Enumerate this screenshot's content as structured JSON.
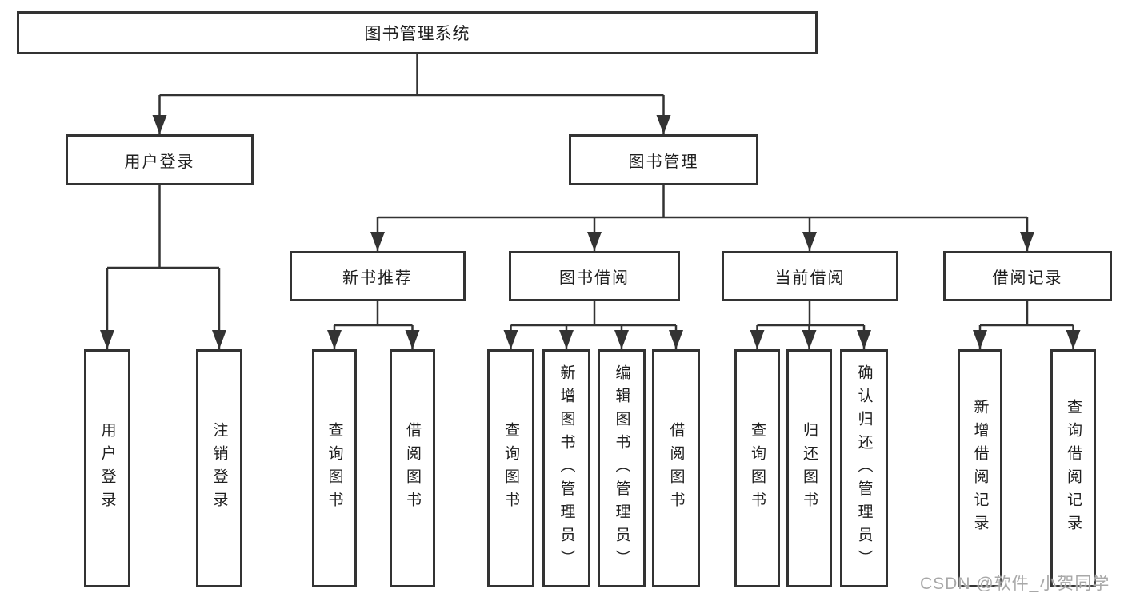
{
  "root": {
    "label": "图书管理系统"
  },
  "branches": [
    {
      "label": "用户登录",
      "children": [
        {
          "label": "用户登录"
        },
        {
          "label": "注销登录"
        }
      ]
    },
    {
      "label": "图书管理",
      "groups": [
        {
          "label": "新书推荐",
          "children": [
            {
              "label": "查询图书"
            },
            {
              "label": "借阅图书"
            }
          ]
        },
        {
          "label": "图书借阅",
          "children": [
            {
              "label": "查询图书"
            },
            {
              "label": "新增图书（管理员）"
            },
            {
              "label": "编辑图书（管理员）"
            },
            {
              "label": "借阅图书"
            }
          ]
        },
        {
          "label": "当前借阅",
          "children": [
            {
              "label": "查询图书"
            },
            {
              "label": "归还图书"
            },
            {
              "label": "确认归还（管理员）"
            }
          ]
        },
        {
          "label": "借阅记录",
          "children": [
            {
              "label": "新增借阅记录"
            },
            {
              "label": "查询借阅记录"
            }
          ]
        }
      ]
    }
  ],
  "watermark": "CSDN @软件_小贺同学",
  "colors": {
    "line": "#333333",
    "box_border": "#333333",
    "box_background": "#ffffff",
    "text": "#1f1f1f",
    "watermark": "#a8a8a8",
    "page_background": "#ffffff"
  }
}
